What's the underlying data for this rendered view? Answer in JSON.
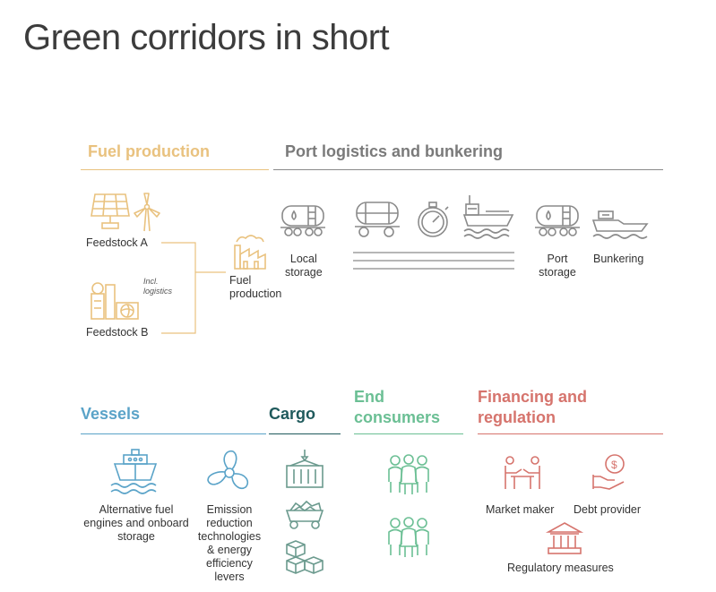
{
  "title": "Green corridors in short",
  "colors": {
    "fuel": "#e9c27f",
    "port": "#8a8a8a",
    "vessels": "#5aa3c8",
    "cargo": "#1f5a5c",
    "consumers": "#6bbf94",
    "finance": "#d6746d"
  },
  "sections": {
    "fuel_production": {
      "heading": "Fuel production",
      "feedstock_a": "Feedstock A",
      "feedstock_b": "Feedstock B",
      "incl_logistics_1": "Incl.",
      "incl_logistics_2": "logistics",
      "fuel_production_1": "Fuel",
      "fuel_production_2": "production",
      "icons": [
        "solar-panel-icon",
        "wind-turbine-icon",
        "biomass-plant-icon",
        "factory-icon"
      ]
    },
    "port_logistics": {
      "heading": "Port logistics and bunkering",
      "local_storage_1": "Local",
      "local_storage_2": "storage",
      "port_storage_1": "Port",
      "port_storage_2": "storage",
      "bunkering": "Bunkering",
      "icons": [
        "rail-tank-car-icon",
        "tank-truck-icon",
        "stopwatch-icon",
        "ship-icon",
        "rail-tank-car-icon",
        "bunker-vessel-icon"
      ]
    },
    "vessels": {
      "heading": "Vessels",
      "alt_fuel_1": "Alternative fuel",
      "alt_fuel_2": "engines and onboard",
      "alt_fuel_3": "storage",
      "emission_1": "Emission",
      "emission_2": "reduction",
      "emission_3": "technologies",
      "emission_4": "& energy",
      "emission_5": "efficiency",
      "emission_6": "levers",
      "icons": [
        "ship-icon",
        "propeller-icon"
      ]
    },
    "cargo": {
      "heading": "Cargo",
      "icons": [
        "container-icon",
        "bulk-cargo-icon",
        "boxes-icon"
      ]
    },
    "end_consumers": {
      "heading_1": "End",
      "heading_2": "consumers",
      "icons": [
        "people-group-icon",
        "people-group-icon"
      ]
    },
    "financing": {
      "heading_1": "Financing and",
      "heading_2": "regulation",
      "market_maker": "Market maker",
      "debt_provider": "Debt provider",
      "regulatory": "Regulatory measures",
      "icons": [
        "handshake-table-icon",
        "money-hand-icon",
        "government-building-icon"
      ]
    }
  }
}
